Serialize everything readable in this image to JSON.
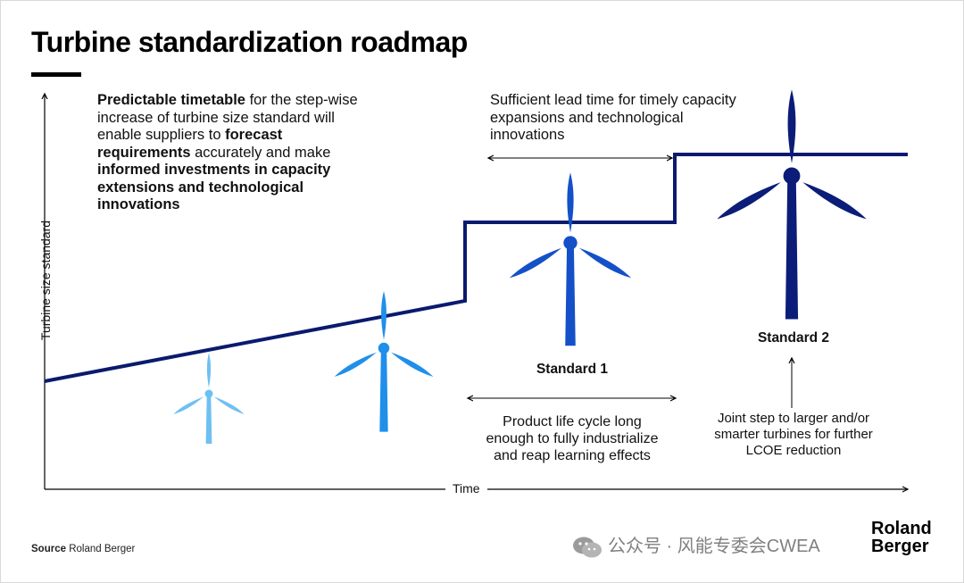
{
  "title": "Turbine standardization roadmap",
  "left_note": {
    "bold1": "Predictable timetable",
    "text1": " for the step-wise increase of turbine size standard will enable suppliers to ",
    "bold2": "forecast requirements",
    "text2": " accurately and make ",
    "bold3": "informed investments in capacity extensions and technological innovations"
  },
  "top_note": "Sufficient lead time for timely capacity expansions and technological innovations",
  "life_cycle_note": "Product life cycle long enough to fully industrialize and reap learning effects",
  "joint_step_note": "Joint step to larger and/or smarter turbines for further LCOE reduction",
  "standard1_label": "Standard 1",
  "standard2_label": "Standard 2",
  "y_axis_label": "Turbine size standard",
  "x_axis_label": "Time",
  "source": {
    "label": "Source",
    "text": " Roland Berger"
  },
  "brand": {
    "line1": "Roland",
    "line2": "Berger"
  },
  "watermark": "公众号 · 风能专委会CWEA",
  "colors": {
    "roadmap_line": "#0a1a6e",
    "turbine_light": "#6ec0f2",
    "turbine_mid": "#1f8fea",
    "turbine_std1": "#1450c8",
    "turbine_std2": "#0b1d78"
  }
}
